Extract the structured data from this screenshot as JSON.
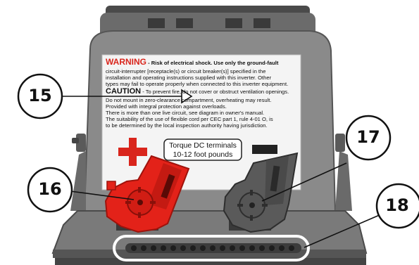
{
  "warning_label": {
    "warning_heading": "WARNING",
    "warning_lines": [
      " - Risk of electrical shock. Use only the ground-fault",
      "circuit-interrupter [receptacle(s) or circuit breaker(s)] specified in the",
      "installation and operating instructions supplied with this inverter. Other",
      "types may fail to operate properly when connected to this inverter equipment."
    ],
    "caution_heading": "CAUTION",
    "caution_lines": [
      " - To prevent fire, do not cover or obstruct ventilation openings.",
      "Do not mount in zero-clearance compartment, overheating may result.",
      "Provided with integral protection against overloads.",
      "There is more than one live circuit, see diagram in owner's manual.",
      "The suitability of the use of flexible cord per CEC part 1, rule 4-01 O, is",
      "to be determined by the local inspection authority having jurisdiction."
    ]
  },
  "torque_label": {
    "line1": "Torque DC terminals",
    "line2": "10-12 foot pounds"
  },
  "callouts": [
    {
      "id": "callout-15",
      "number": "15"
    },
    {
      "id": "callout-16",
      "number": "16"
    },
    {
      "id": "callout-17",
      "number": "17"
    },
    {
      "id": "callout-18",
      "number": "18"
    }
  ],
  "colors": {
    "housing": "#8a8a8a",
    "housing_dark": "#5a5a5a",
    "positive_terminal": "#e32219",
    "negative_terminal": "#555555",
    "label_bg": "#f4f4f4",
    "warning_red": "#d9251c"
  }
}
